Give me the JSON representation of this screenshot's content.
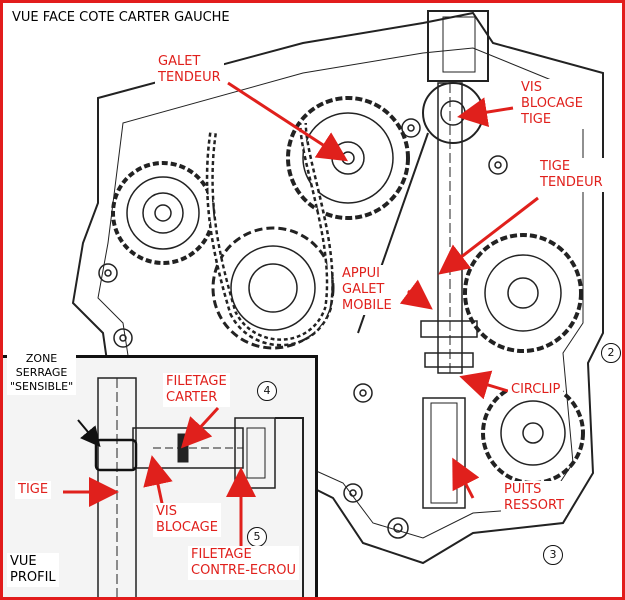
{
  "title": "VUE FACE COTE CARTER GAUCHE",
  "labels": {
    "galet_tendeur": [
      "GALET",
      "TENDEUR"
    ],
    "vis_blocage_tige": [
      "VIS",
      "BLOCAGE",
      "TIGE"
    ],
    "tige_tendeur": [
      "TIGE",
      "TENDEUR"
    ],
    "appui_galet_mobile": [
      "APPUI",
      "GALET",
      "MOBILE"
    ],
    "circlip": [
      "CIRCLIP"
    ],
    "puits_ressort": [
      "PUITS",
      "RESSORT"
    ],
    "zone_serrage": [
      "ZONE",
      "SERRAGE",
      "\"SENSIBLE\""
    ],
    "filetage_carter": [
      "FILETAGE",
      "CARTER"
    ],
    "tige": [
      "TIGE"
    ],
    "vis_blocage": [
      "VIS",
      "BLOCAGE"
    ],
    "filetage_contre_ecrou": [
      "FILETAGE",
      "CONTRE-ECROU"
    ],
    "vue_profil": [
      "VUE",
      "PROFIL"
    ]
  },
  "callouts": [
    "2",
    "3",
    "4",
    "5"
  ],
  "colors": {
    "frame": "#e21c1c",
    "label_text": "#e0201c",
    "arrow": "#e0201c",
    "line_art": "#222222"
  }
}
